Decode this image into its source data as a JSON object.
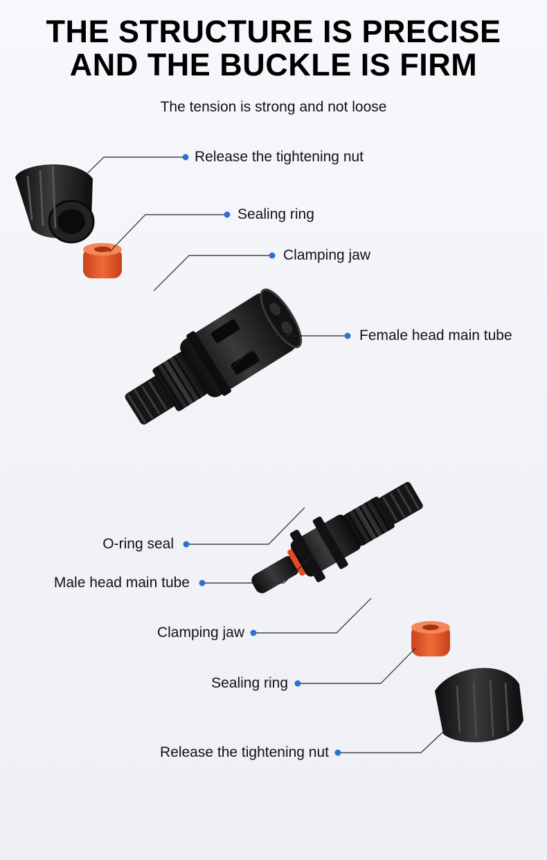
{
  "header": {
    "title_line1": "THE STRUCTURE IS PRECISE",
    "title_line2": "AND THE BUCKLE IS FIRM",
    "subtitle": "The tension is strong and not loose"
  },
  "labels": {
    "top_nut": "Release the tightening nut",
    "top_sealing_ring": "Sealing ring",
    "top_clamping_jaw": "Clamping jaw",
    "female_tube": "Female head main tube",
    "o_ring": "O-ring seal",
    "male_tube": "Male head main tube",
    "bottom_clamping_jaw": "Clamping jaw",
    "bottom_sealing_ring": "Sealing ring",
    "bottom_nut": "Release the tightening nut"
  },
  "colors": {
    "dot": "#2d6fd2",
    "leader": "#222222",
    "plastic": "#1b1b1b",
    "seal": "#e85a2a"
  }
}
